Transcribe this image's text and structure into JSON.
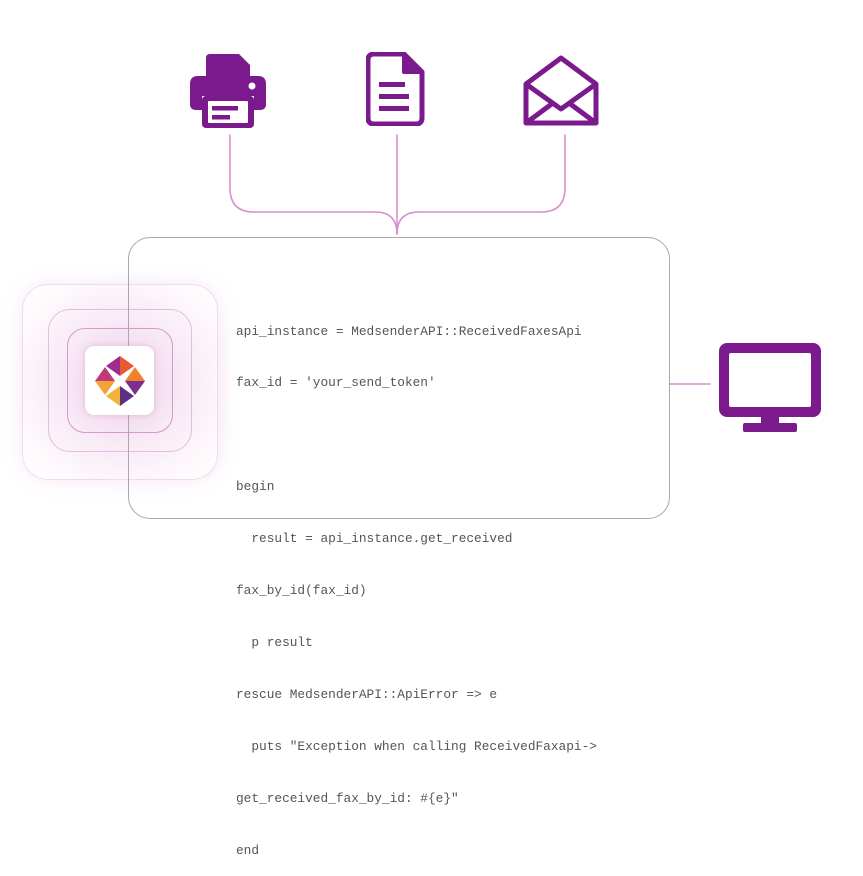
{
  "colors": {
    "accent": "#7a1a8c",
    "connector": "#d98fcb",
    "panel_border": "#a9a9a9",
    "code_text": "#555555"
  },
  "icons": {
    "top": [
      "printer-icon",
      "document-icon",
      "envelope-icon"
    ],
    "right": "monitor-icon",
    "logo": "medsender-logo-icon"
  },
  "code": {
    "lines": [
      "api_instance = MedsenderAPI::ReceivedFaxesApi",
      "fax_id = 'your_send_token'",
      "",
      "begin",
      "  result = api_instance.get_received",
      "fax_by_id(fax_id)",
      "  p result",
      "rescue MedsenderAPI::ApiError => e",
      "  puts \"Exception when calling ReceivedFaxapi->",
      "get_received_fax_by_id: #{e}\"",
      "end"
    ]
  }
}
